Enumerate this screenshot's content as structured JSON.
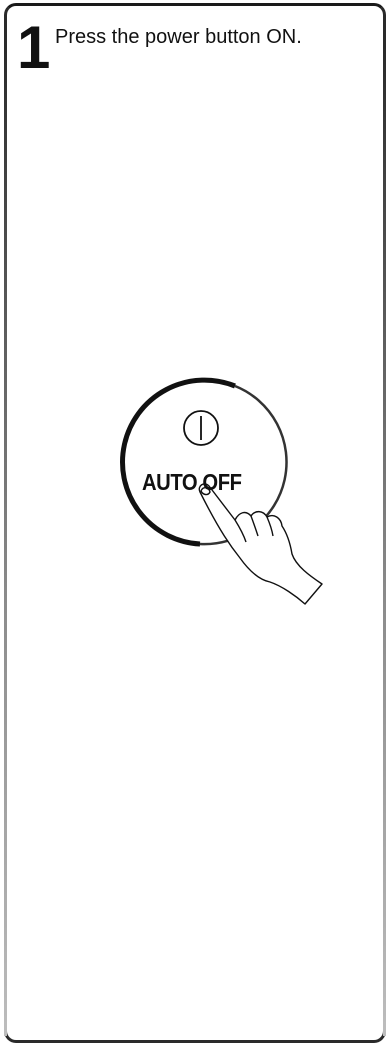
{
  "step": {
    "number": "1",
    "instruction": "Press the power button ON."
  },
  "power_button": {
    "label": "AUTO OFF",
    "icon": "power-icon"
  }
}
